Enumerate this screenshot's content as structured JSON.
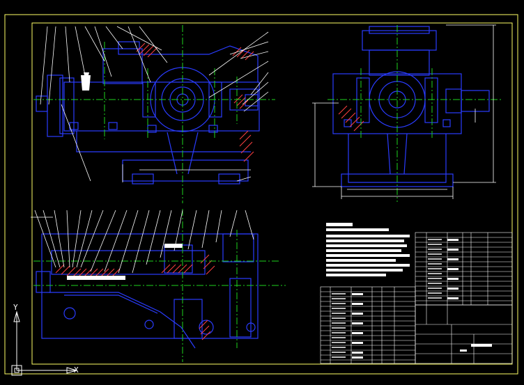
{
  "drawing": {
    "colors": {
      "background": "#000000",
      "frame": "#ffff66",
      "outline": "#1a2cff",
      "centerline": "#1ed51e",
      "leader": "#ffffff",
      "hatch": "#ff4040",
      "section": "#ffffff"
    },
    "views": [
      "front-elevation",
      "side-elevation",
      "top-section"
    ]
  },
  "ucs": {
    "y_label": "Y",
    "x_label": "X"
  }
}
